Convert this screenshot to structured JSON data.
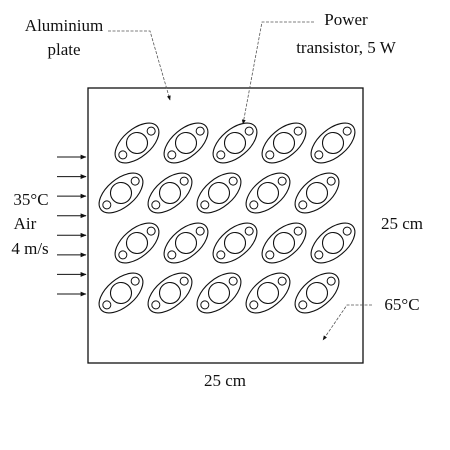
{
  "labels": {
    "plate_line1": "Aluminium",
    "plate_line2": "plate",
    "transistor_line1": "Power",
    "transistor_line2": "transistor, 5 W",
    "air_temp": "35°C",
    "air_label": "Air",
    "air_speed": "4 m/s",
    "height": "25 cm",
    "width": "25 cm",
    "plate_temp": "65°C"
  },
  "transistor_grid": {
    "rows": 4,
    "columns": 5
  },
  "airflow_arrow_count": 8,
  "colors": {
    "stroke": "#111111",
    "background": "#ffffff"
  }
}
